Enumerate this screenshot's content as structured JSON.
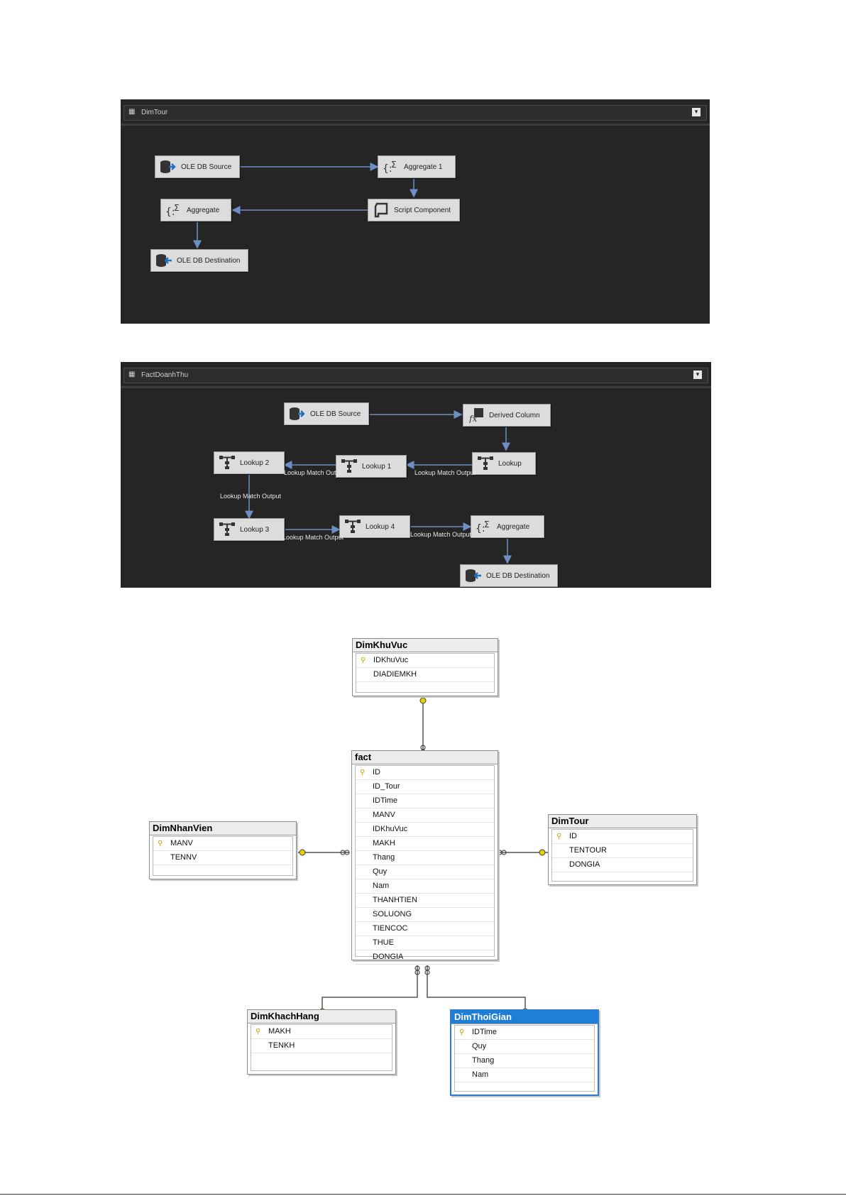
{
  "panel_dimtour": {
    "title": "DimTour",
    "tasks": {
      "source": "OLE DB Source",
      "aggregate1": "Aggregate 1",
      "script": "Script Component",
      "aggregate": "Aggregate",
      "destination": "OLE DB Destination"
    }
  },
  "panel_fact": {
    "title": "FactDoanhThu",
    "tasks": {
      "source": "OLE DB Source",
      "derived": "Derived Column",
      "lookup": "Lookup",
      "lookup1": "Lookup 1",
      "lookup2": "Lookup 2",
      "lookup3": "Lookup 3",
      "lookup4": "Lookup 4",
      "aggregate": "Aggregate",
      "destination": "OLE DB Destination"
    },
    "edge_labels": {
      "lookup_to_lookup1": "Lookup Match Output",
      "lookup1_to_lookup2": "Lookup Match Outpu",
      "lookup2_to_lookup3": "Lookup Match Output",
      "lookup3_to_lookup4": "Lookup Match Output",
      "lookup4_to_aggregate": "Lookup Match Output"
    }
  },
  "erd": {
    "tables": {
      "dimkhuvuc": {
        "name": "DimKhuVuc",
        "columns": [
          "IDKhuVuc",
          "DIADIEMKH"
        ]
      },
      "fact": {
        "name": "fact",
        "columns": [
          "ID",
          "ID_Tour",
          "IDTime",
          "MANV",
          "IDKhuVuc",
          "MAKH",
          "Thang",
          "Quy",
          "Nam",
          "THANHTIEN",
          "SOLUONG",
          "TIENCOC",
          "THUE",
          "DONGIA"
        ]
      },
      "dimnhanvien": {
        "name": "DimNhanVien",
        "columns": [
          "MANV",
          "TENNV"
        ]
      },
      "dimtour": {
        "name": "DimTour",
        "columns": [
          "ID",
          "TENTOUR",
          "DONGIA"
        ]
      },
      "dimkhachhang": {
        "name": "DimKhachHang",
        "columns": [
          "MAKH",
          "TENKH"
        ]
      },
      "dimthoigian": {
        "name": "DimThoiGian",
        "columns": [
          "IDTime",
          "Quy",
          "Thang",
          "Nam"
        ]
      }
    }
  },
  "icons": {
    "source": "database-source-icon",
    "destination": "database-destination-icon",
    "aggregate": "aggregate-sigma-icon",
    "script": "script-scroll-icon",
    "lookup": "lookup-icon",
    "derived": "fx-icon",
    "key": "primary-key-icon"
  },
  "colors": {
    "panel_bg": "#252526",
    "task_bg": "#dcdcdc",
    "arrow": "#6d8fc4",
    "selected_title": "#1f7fd6"
  }
}
